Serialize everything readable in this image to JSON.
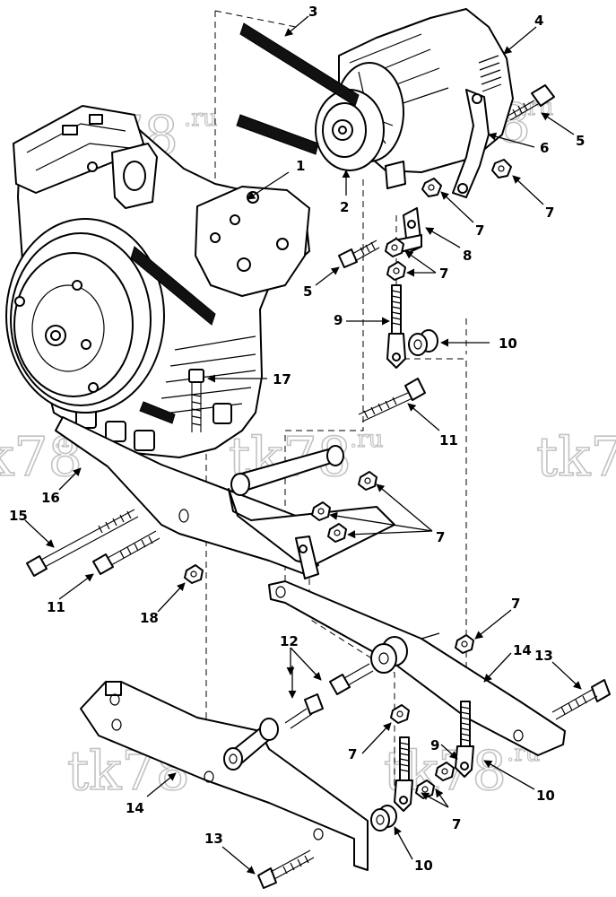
{
  "diagram": {
    "watermark": "tk78.ru",
    "callouts": {
      "c1": "1",
      "c2": "2",
      "c3": "3",
      "c4": "4",
      "c5a": "5",
      "c5b": "5",
      "c6": "6",
      "c7a": "7",
      "c7b": "7",
      "c7c": "7",
      "c7d": "7",
      "c7e": "7",
      "c7f": "7",
      "c7g": "7",
      "c8": "8",
      "c9a": "9",
      "c9b": "9",
      "c10a": "10",
      "c10b": "10",
      "c10c": "10",
      "c11a": "11",
      "c11b": "11",
      "c12": "12",
      "c13a": "13",
      "c13b": "13",
      "c14a": "14",
      "c14b": "14",
      "c15": "15",
      "c16": "16",
      "c17": "17",
      "c18": "18"
    }
  }
}
